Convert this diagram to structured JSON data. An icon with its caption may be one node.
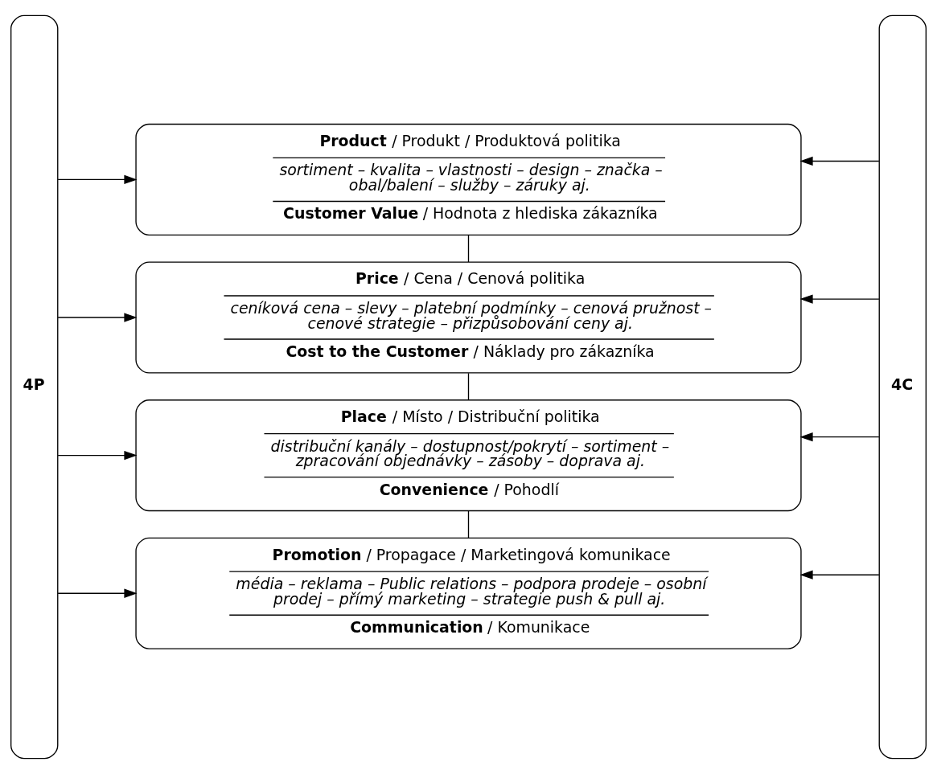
{
  "diagram": {
    "nodes": [
      {
        "text": [
          "4P"
        ]
      },
      {
        "text": [
          "**Product** / Produkt / Produktová politika",
          "sortiment – kvalita – vlastnosti – design – značka – obal/balení – služby – záruky aj.",
          "**Customer Value** / Hodnota z hlediska zákazníka"
        ]
      },
      {
        "text": [
          "**Price** / Cena / Cenová politika",
          "ceníková cena – slevy – platební podmínky – cenová pružnost – cenové strategie – přizpůsobování ceny aj.",
          "**Cost to the Customer** / Náklady pro zákazníka"
        ]
      },
      {
        "text": [
          "**Place** / Místo / Distribuční politika",
          "distribuční kanály – dostupnost/pokrytí – sortiment – zpracování objednávky – zásoby – doprava aj.",
          "**Convenience** / Pohodlí"
        ]
      },
      {
        "text": [
          "**Promotion** / Propagace / Marketingová komunikace",
          "média – reklama – Public relations – podpora prodeje – osobní prodej – přímý marketing – strategie push & pull aj.",
          "**Communication** / Komunikace"
        ]
      },
      {
        "text": [
          "4C"
        ]
      }
    ],
    "edges": [
      {
        "from": 0,
        "to": 1,
        "arrow": "to"
      },
      {
        "from": 0,
        "to": 2,
        "arrow": "to"
      },
      {
        "from": 0,
        "to": 3,
        "arrow": "to"
      },
      {
        "from": 0,
        "to": 4,
        "arrow": "to"
      },
      {
        "from": 5,
        "to": 1,
        "arrow": "to"
      },
      {
        "from": 5,
        "to": 2,
        "arrow": "to"
      },
      {
        "from": 5,
        "to": 3,
        "arrow": "to"
      },
      {
        "from": 5,
        "to": 4,
        "arrow": "to"
      },
      {
        "from": 1,
        "to": 2,
        "arrow": "none"
      },
      {
        "from": 2,
        "to": 3,
        "arrow": "none"
      },
      {
        "from": 3,
        "to": 4,
        "arrow": "none"
      }
    ]
  }
}
